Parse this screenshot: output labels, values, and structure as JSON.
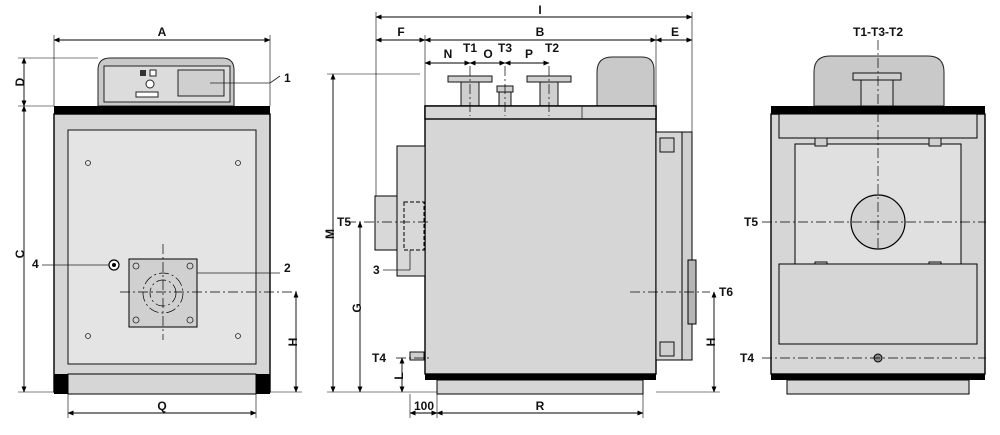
{
  "labels": {
    "A": "A",
    "B": "B",
    "C": "C",
    "D": "D",
    "E": "E",
    "F": "F",
    "G": "G",
    "H": "H",
    "I": "I",
    "L": "L",
    "M": "M",
    "N": "N",
    "O": "O",
    "P": "P",
    "Q": "Q",
    "R": "R",
    "T1": "T1",
    "T2": "T2",
    "T3": "T3",
    "T4": "T4",
    "T5": "T5",
    "T6": "T6",
    "T1T3T2": "T1-T3-T2",
    "dim100": "100",
    "ref1": "1",
    "ref2": "2",
    "ref3": "3",
    "ref4": "4"
  }
}
